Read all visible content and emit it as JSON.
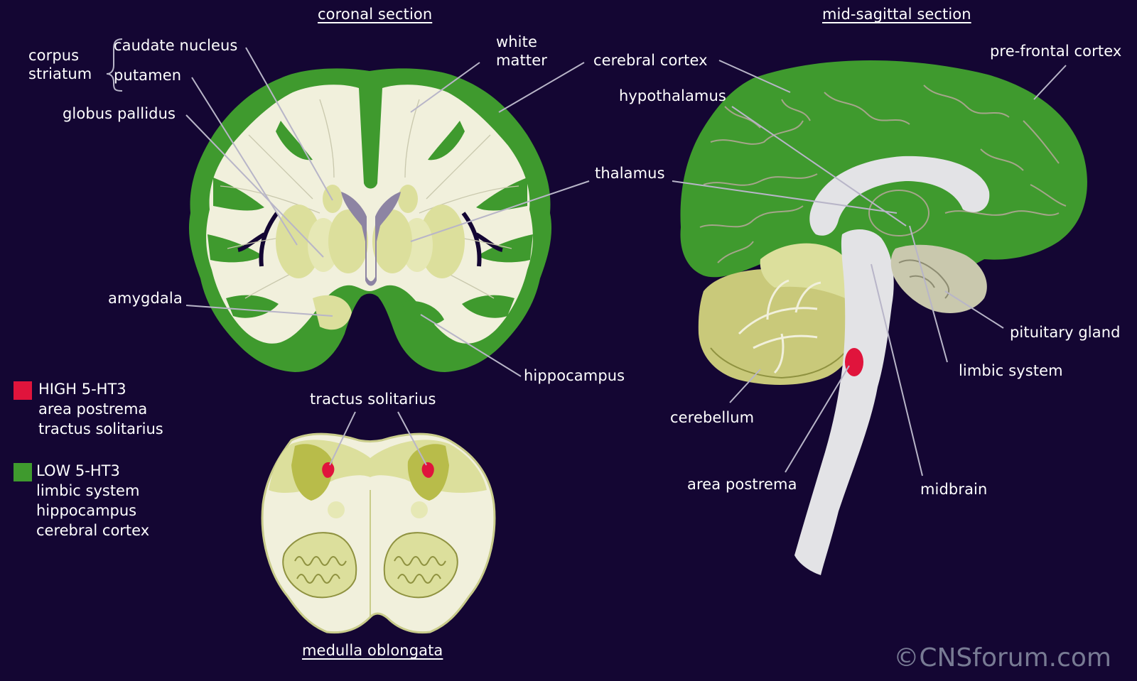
{
  "headings": {
    "coronal": "coronal section",
    "sagittal": "mid-sagittal section",
    "medulla": "medulla oblongata"
  },
  "labels": {
    "corpus_striatum": [
      "corpus",
      "striatum"
    ],
    "caudate_nucleus": "caudate nucleus",
    "putamen": "putamen",
    "globus_pallidus": "globus pallidus",
    "white_matter": [
      "white",
      "matter"
    ],
    "cerebral_cortex": "cerebral cortex",
    "thalamus": "thalamus",
    "amygdala": "amygdala",
    "hippocampus": "hippocampus",
    "tractus_solitarius": "tractus solitarius",
    "hypothalamus": "hypothalamus",
    "pre_frontal_cortex": "pre-frontal cortex",
    "pituitary_gland": "pituitary gland",
    "limbic_system": "limbic system",
    "cerebellum": "cerebellum",
    "area_postrema": "area postrema",
    "midbrain": "midbrain"
  },
  "legend": {
    "high": {
      "title": "HIGH 5-HT3",
      "items": [
        "area postrema",
        "tractus solitarius"
      ],
      "color": "#e0143c"
    },
    "low": {
      "title": "LOW 5-HT3",
      "items": [
        "limbic system",
        "hippocampus",
        "cerebral cortex"
      ],
      "color": "#3f9a2e"
    }
  },
  "colors": {
    "background": "#140633",
    "cortex_green": "#3f9a2e",
    "white_matter": "#f1f0dc",
    "nuclei": "#dcdf9c",
    "ventricle": "#8d84a3",
    "brainstem": "#e3e3e6",
    "highlight_red": "#e0143c",
    "leader_line": "#b8b5c8"
  },
  "copyright": "©CNSforum.com"
}
